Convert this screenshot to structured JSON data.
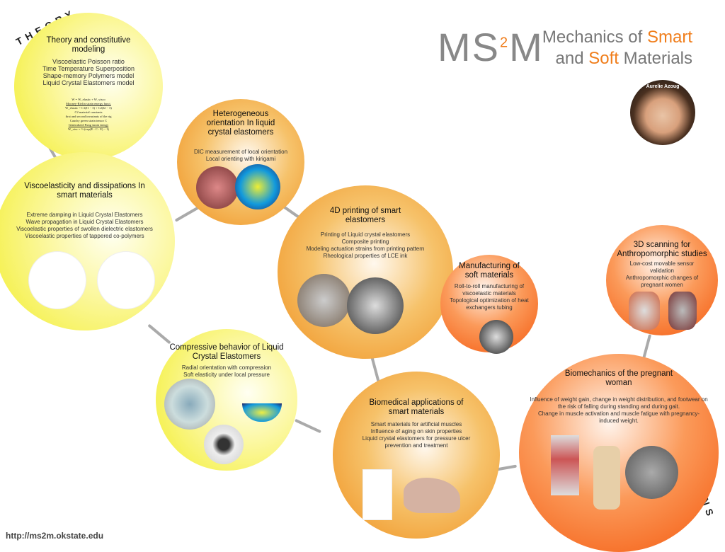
{
  "labels": {
    "theory": "THEORY",
    "applications": "APPLICATIONS"
  },
  "logo": {
    "mark": "MS",
    "superscript": "2",
    "mark_end": "M",
    "line1_a": "Mechanics of ",
    "line1_b": "Smart",
    "line2_a": "and ",
    "line2_b": "Soft",
    "line2_c": " Materials"
  },
  "person": {
    "name": "Aurelie Azoug"
  },
  "url": "http://ms2m.okstate.edu",
  "colors": {
    "accent": "#f07d1a",
    "yellow": "#f2ee2a",
    "orange": "#ef8e1c",
    "red": "#f4570c"
  },
  "theory": {
    "title": "Theory and constitutive modeling",
    "items": [
      "Viscoelastic Poisson ratio",
      "Time Temperature Superposition",
      "Shape-memory Polymers model",
      "Liquid Crystal Elastomers model"
    ],
    "formula": [
      "W = W_elastic + W_visco",
      "Mooney-Rivlin strain energy funct.",
      "W_elastic = C1(I1 − 3) + C2(I2 − 3)",
      "C2 material constants",
      "first and second invariants of the rig",
      "Cauchy green strain tensor C",
      "Generalized Fung strain energy",
      "W_visc = ½ (exp(E : C : E) − 1)"
    ]
  },
  "visco": {
    "title": "Viscoelasticity and dissipations In smart materials",
    "items": [
      "Extreme damping in Liquid Crystal Elastomers",
      "Wave propagation in Liquid Crystal Elastomers",
      "Viscoelastic properties of swollen dielectric elastomers",
      "Viscoelastic properties of tappered co-polymers"
    ]
  },
  "hetero": {
    "title": "Heterogeneous orientation In liquid crystal elastomers",
    "items": [
      "DIC measurement of local orientation",
      "Local orienting with kirigami"
    ]
  },
  "print4d": {
    "title": "4D printing of smart elastomers",
    "items": [
      "Printing of Liquid crystal elastomers",
      "Composite printing",
      "Modeling actuation strains from printing pattern",
      "Rheological properties of LCE ink"
    ]
  },
  "manuf": {
    "title": "Manufacturing of soft materials",
    "items": [
      "Roll-to-roll manufacturing of viscoelastic materials",
      "Topological optimization of heat exchangers tubing"
    ]
  },
  "scan": {
    "title": "3D scanning for Anthropomorphic studies",
    "items": [
      "Low-cost movable sensor validation",
      "Anthropomorphic changes of pregnant women"
    ]
  },
  "compress": {
    "title": "Compressive behavior of Liquid Crystal Elastomers",
    "items": [
      "Radial orientation with compression",
      "Soft elasticity under local pressure"
    ]
  },
  "biomed": {
    "title": "Biomedical applications of smart materials",
    "items": [
      "Smart materials for artificial muscles",
      "Influence of aging on skin properties",
      "Liquid crystal elastomers for pressure ulcer prevention and treatment"
    ]
  },
  "biomech": {
    "title": "Biomechanics of the pregnant woman",
    "items": [
      "Influence of weight gain, change in weight distribution, and footwear on the risk of falling during standing and during gait.",
      "Change in muscle activation and muscle fatigue with pregnancy-induced weight."
    ]
  }
}
